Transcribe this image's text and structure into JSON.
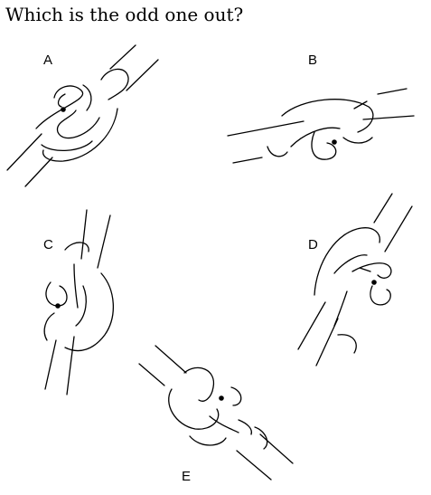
{
  "question": "Which is the odd one out?",
  "options": [
    {
      "label": "A"
    },
    {
      "label": "B"
    },
    {
      "label": "C"
    },
    {
      "label": "D"
    },
    {
      "label": "E"
    }
  ],
  "colors": {
    "ink": "#000000",
    "background": "#ffffff"
  }
}
